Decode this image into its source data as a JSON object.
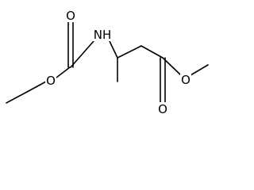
{
  "atoms": {
    "o_carbonyl_carbamate": "O",
    "nh": "NH",
    "o_ether_carbamate": "O",
    "o_carbonyl_ester": "O",
    "o_ether_ester": "O"
  }
}
